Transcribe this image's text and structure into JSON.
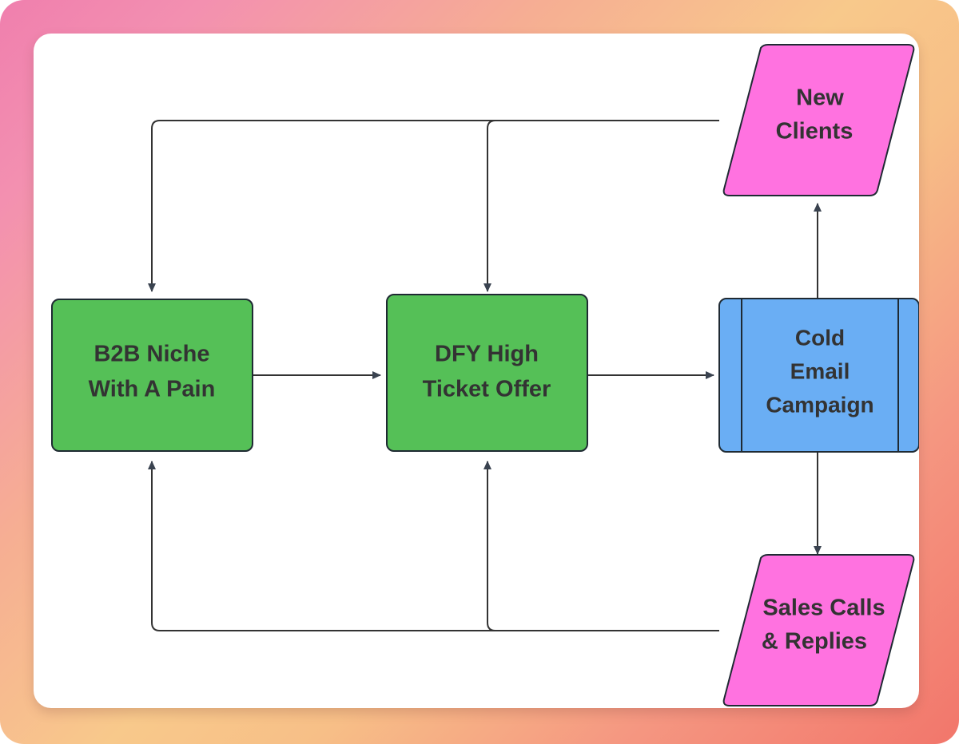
{
  "frame": {
    "gradient_from": "#f07fae",
    "gradient_mid": "#f8c98b",
    "gradient_to": "#f2766b",
    "card_background": "#ffffff"
  },
  "diagram": {
    "type": "flowchart",
    "direction": "left-to-right",
    "nodes": [
      {
        "id": "niche",
        "label_line1": "B2B Niche",
        "label_line2": "With A Pain",
        "shape": "rounded-rectangle",
        "fill": "#55c057",
        "stroke": "#1f2a33",
        "text_color": "#333333"
      },
      {
        "id": "offer",
        "label_line1": "DFY High",
        "label_line2": "Ticket Offer",
        "shape": "rounded-rectangle",
        "fill": "#55c057",
        "stroke": "#1f2a33",
        "text_color": "#333333"
      },
      {
        "id": "campaign",
        "label_line1": "Cold",
        "label_line2": "Email",
        "label_line3": "Campaign",
        "shape": "subroutine",
        "fill": "#6aaef4",
        "stroke": "#1f2a33",
        "text_color": "#333333"
      },
      {
        "id": "clients",
        "label_line1": "New",
        "label_line2": "Clients",
        "shape": "parallelogram",
        "fill": "#ff72e0",
        "stroke": "#3d3550",
        "text_color": "#333344"
      },
      {
        "id": "replies",
        "label_line1": "Sales Calls",
        "label_line2": "& Replies",
        "shape": "parallelogram",
        "fill": "#ff72e0",
        "stroke": "#3d3550",
        "text_color": "#333344"
      }
    ],
    "edges": [
      {
        "id": "e1",
        "from": "niche",
        "to": "offer",
        "style": "arrow"
      },
      {
        "id": "e2",
        "from": "offer",
        "to": "campaign",
        "style": "arrow"
      },
      {
        "id": "e3",
        "from": "campaign",
        "to": "clients",
        "style": "arrow"
      },
      {
        "id": "e4",
        "from": "campaign",
        "to": "replies",
        "style": "arrow"
      },
      {
        "id": "e5",
        "from": "clients",
        "to": "niche",
        "style": "arrow"
      },
      {
        "id": "e6",
        "from": "clients",
        "to": "offer",
        "style": "arrow"
      },
      {
        "id": "e7",
        "from": "replies",
        "to": "niche",
        "style": "arrow"
      },
      {
        "id": "e8",
        "from": "replies",
        "to": "offer",
        "style": "arrow"
      }
    ],
    "edge_color": "#333333"
  }
}
